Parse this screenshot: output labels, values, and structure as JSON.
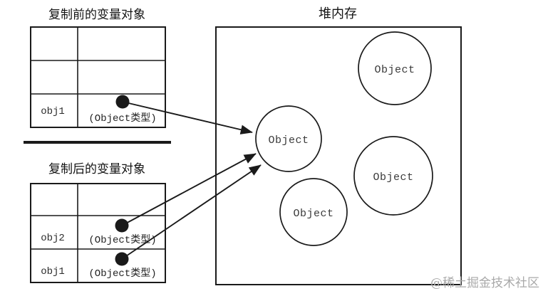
{
  "colors": {
    "line": "#1a1a1a",
    "text": "#141414",
    "watermark": "#a9a9a9",
    "background": "#ffffff"
  },
  "before": {
    "title": "复制前的变量对象",
    "rows": [
      {
        "var": "",
        "type": ""
      },
      {
        "var": "",
        "type": ""
      },
      {
        "var": "obj1",
        "type": "(Object类型)"
      }
    ]
  },
  "after": {
    "title": "复制后的变量对象",
    "rows": [
      {
        "var": "",
        "type": ""
      },
      {
        "var": "obj2",
        "type": "(Object类型)"
      },
      {
        "var": "obj1",
        "type": "(Object类型)"
      }
    ]
  },
  "heap": {
    "title": "堆内存",
    "objects": [
      {
        "label": "Object",
        "position": "top-right"
      },
      {
        "label": "Object",
        "position": "middle-left"
      },
      {
        "label": "Object",
        "position": "bottom-left"
      },
      {
        "label": "Object",
        "position": "middle-right"
      }
    ]
  },
  "watermark": "@稀土掘金技术社区"
}
